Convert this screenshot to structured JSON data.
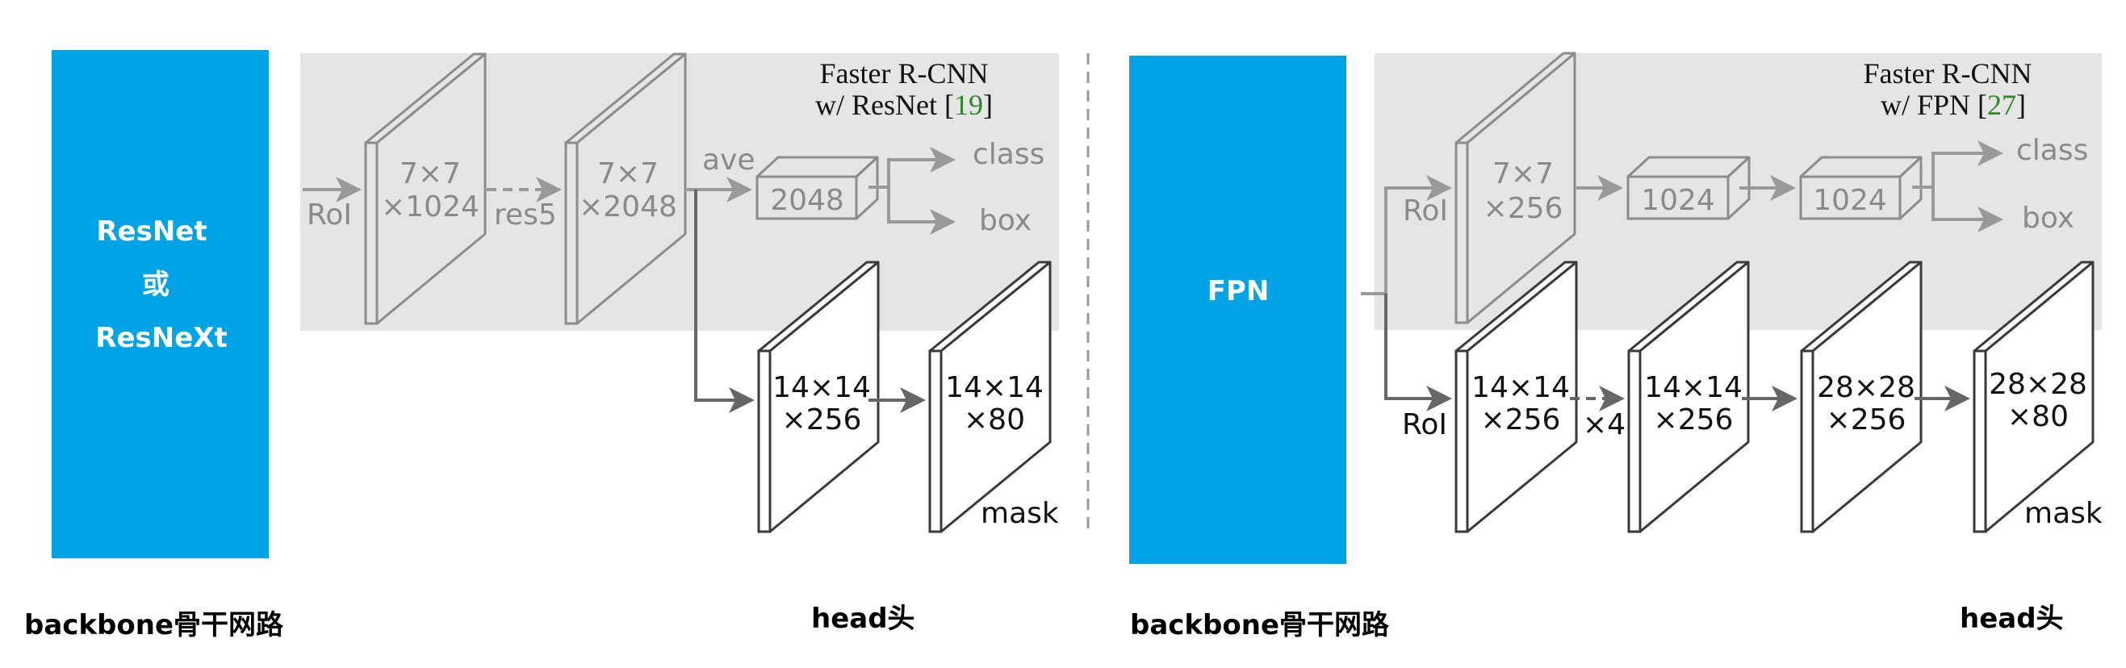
{
  "colors": {
    "backbone_fill": "#00a3e6",
    "gray_panel": "#e5e5e5",
    "gray_stroke": "#8c8c8c",
    "gray_arrow": "#999999",
    "dark_stroke": "#3a3a3a",
    "dark_arrow": "#666666",
    "ref_green": "#2a8a2a"
  },
  "left": {
    "backbone": {
      "line1": "ResNet",
      "line2": "或",
      "line3": "ResNeXt"
    },
    "title": {
      "line1": "Faster R-CNN",
      "line2_prefix": "w/ ResNet [",
      "ref": "19",
      "line2_suffix": "]"
    },
    "roi_label": "RoI",
    "plate1": {
      "line1": "7×7",
      "line2": "×1024"
    },
    "res5_label": "res5",
    "plate2": {
      "line1": "7×7",
      "line2": "×2048"
    },
    "ave_label": "ave",
    "fc_box": "2048",
    "class_label": "class",
    "box_label": "box",
    "mask_plate1": {
      "line1": "14×14",
      "line2": "×256"
    },
    "mask_plate2": {
      "line1": "14×14",
      "line2": "×80"
    },
    "mask_label": "mask",
    "caption_backbone": "backbone骨干网路",
    "caption_head": "head头"
  },
  "right": {
    "backbone": {
      "line1": "FPN"
    },
    "title": {
      "line1": "Faster R-CNN",
      "line2_prefix": "w/ FPN [",
      "ref": "27",
      "line2_suffix": "]"
    },
    "roi_label_top": "RoI",
    "plate1": {
      "line1": "7×7",
      "line2": "×256"
    },
    "fc_box1": "1024",
    "fc_box2": "1024",
    "class_label": "class",
    "box_label": "box",
    "roi_label_bottom": "RoI",
    "repeat_label": "×4",
    "mask_plate1": {
      "line1": "14×14",
      "line2": "×256"
    },
    "mask_plate2": {
      "line1": "14×14",
      "line2": "×256"
    },
    "mask_plate3": {
      "line1": "28×28",
      "line2": "×256"
    },
    "mask_plate4": {
      "line1": "28×28",
      "line2": "×80"
    },
    "mask_label": "mask",
    "caption_backbone": "backbone骨干网路",
    "caption_head": "head头"
  }
}
